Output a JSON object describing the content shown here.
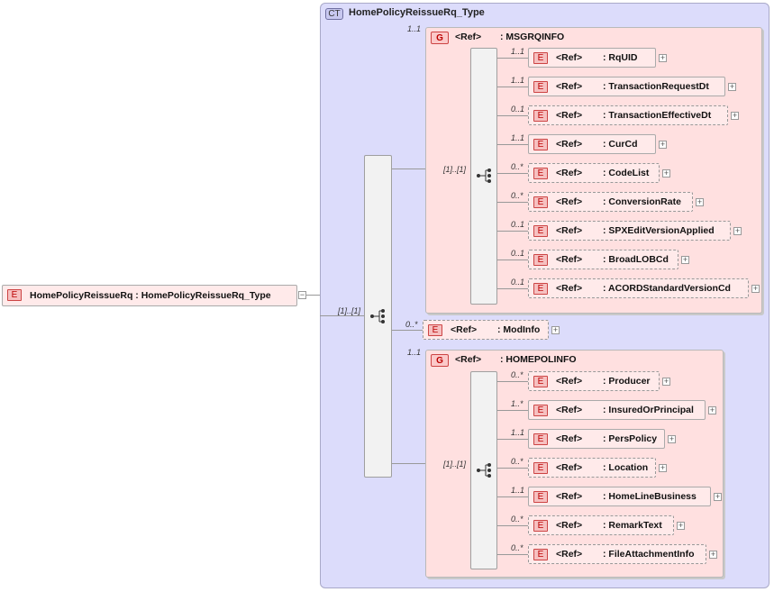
{
  "complex_type": {
    "badge": "CT",
    "name": "HomePolicyReissueRq_Type"
  },
  "root": {
    "badge": "E",
    "label": "HomePolicyReissueRq : HomePolicyReissueRq_Type"
  },
  "main_sequence_card": "[1]..[1]",
  "msgrqinfo": {
    "badge": "G",
    "ref": "<Ref>",
    "name": ": MSGRQINFO",
    "card": "1..1",
    "seq_card": "[1]..[1]",
    "items": [
      {
        "badge": "E",
        "ref": "<Ref>",
        "name": ": RqUID",
        "card": "1..1"
      },
      {
        "badge": "E",
        "ref": "<Ref>",
        "name": ": TransactionRequestDt",
        "card": "1..1"
      },
      {
        "badge": "E",
        "ref": "<Ref>",
        "name": ": TransactionEffectiveDt",
        "card": "0..1"
      },
      {
        "badge": "E",
        "ref": "<Ref>",
        "name": ": CurCd",
        "card": "1..1"
      },
      {
        "badge": "E",
        "ref": "<Ref>",
        "name": ": CodeList",
        "card": "0..*"
      },
      {
        "badge": "E",
        "ref": "<Ref>",
        "name": ": ConversionRate",
        "card": "0..*"
      },
      {
        "badge": "E",
        "ref": "<Ref>",
        "name": ": SPXEditVersionApplied",
        "card": "0..1"
      },
      {
        "badge": "E",
        "ref": "<Ref>",
        "name": ": BroadLOBCd",
        "card": "0..1"
      },
      {
        "badge": "E",
        "ref": "<Ref>",
        "name": ": ACORDStandardVersionCd",
        "card": "0..1"
      }
    ]
  },
  "modinfo": {
    "badge": "E",
    "ref": "<Ref>",
    "name": ": ModInfo",
    "card": "0..*"
  },
  "homepolinfo": {
    "badge": "G",
    "ref": "<Ref>",
    "name": ": HOMEPOLINFO",
    "card": "1..1",
    "seq_card": "[1]..[1]",
    "items": [
      {
        "badge": "E",
        "ref": "<Ref>",
        "name": ": Producer",
        "card": "0..*"
      },
      {
        "badge": "E",
        "ref": "<Ref>",
        "name": ": InsuredOrPrincipal",
        "card": "1..*"
      },
      {
        "badge": "E",
        "ref": "<Ref>",
        "name": ": PersPolicy",
        "card": "1..1"
      },
      {
        "badge": "E",
        "ref": "<Ref>",
        "name": ": Location",
        "card": "0..*"
      },
      {
        "badge": "E",
        "ref": "<Ref>",
        "name": ": HomeLineBusiness",
        "card": "1..1"
      },
      {
        "badge": "E",
        "ref": "<Ref>",
        "name": ": RemarkText",
        "card": "0..*"
      },
      {
        "badge": "E",
        "ref": "<Ref>",
        "name": ": FileAttachmentInfo",
        "card": "0..*"
      }
    ]
  }
}
